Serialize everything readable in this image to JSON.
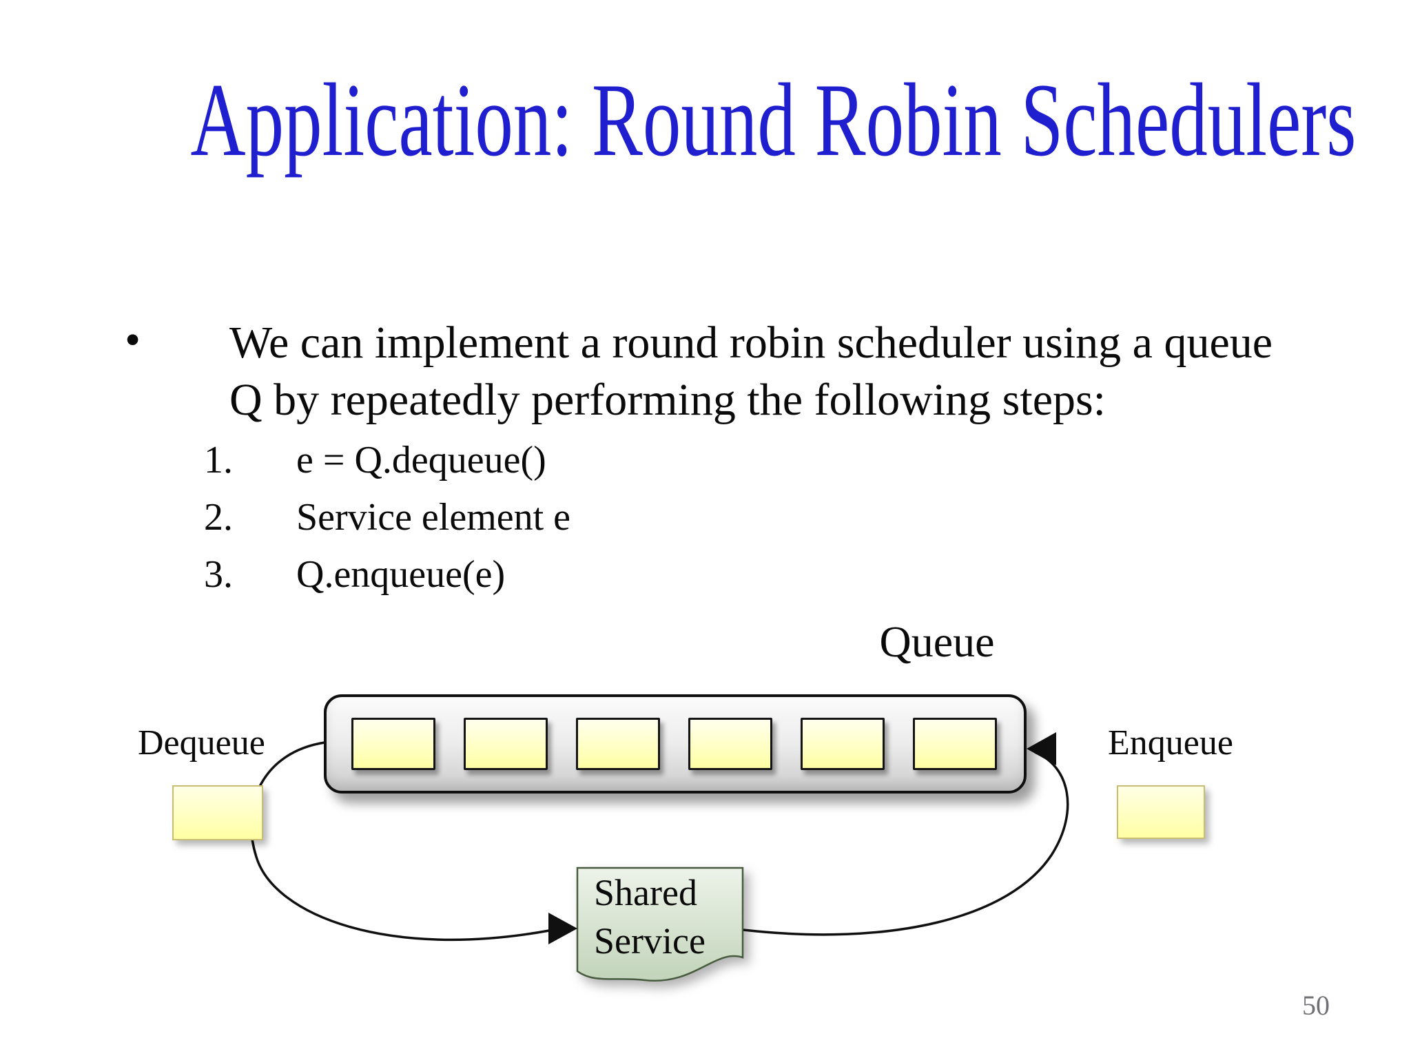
{
  "slide": {
    "title": "Application: Round Robin Schedulers",
    "bullet_glyph": "•",
    "bullet_line1": "We can implement a round robin scheduler using a queue",
    "bullet_line2": "Q by repeatedly performing the following steps:",
    "steps": [
      {
        "num": "1.",
        "text": "e = Q.dequeue()"
      },
      {
        "num": "2.",
        "text": "Service element e"
      },
      {
        "num": "3.",
        "text": "Q.enqueue(e)"
      }
    ],
    "page_number": "50"
  },
  "diagram": {
    "queue_label": "Queue",
    "dequeue_label": "Dequeue",
    "enqueue_label": "Enqueue",
    "shared_service_line1": "Shared",
    "shared_service_line2": "Service",
    "queue_cell_count": 6
  },
  "colors": {
    "title-blue": "#1f1fcf",
    "text-black": "#0a0a0a",
    "page-gray": "#6f6f75",
    "cell-yellow-top": "#ffffee",
    "cell-yellow-bottom": "#ffffa4",
    "side-box-border": "#c9bd74",
    "container-border": "#0f0f0f",
    "service-green-top": "#edf3e9",
    "service-green-bottom": "#c2d4ba",
    "service-border": "#475b3e",
    "arrow-black": "#101010"
  }
}
